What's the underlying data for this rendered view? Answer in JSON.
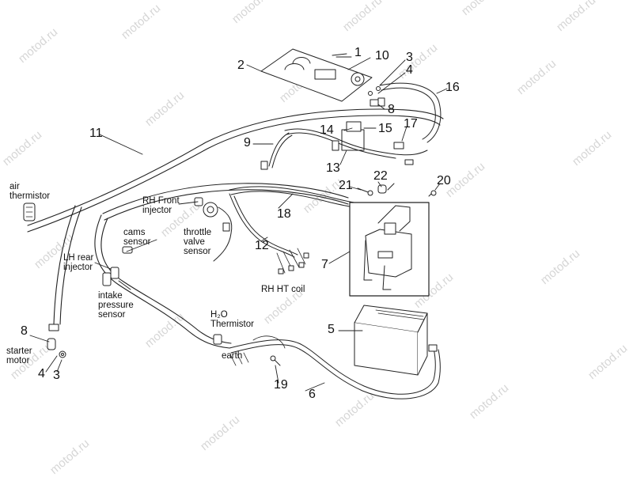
{
  "watermark": "motod.ru",
  "callouts": {
    "n1": "1",
    "n2": "2",
    "n3_top": "3",
    "n4_top": "4",
    "n5": "5",
    "n6": "6",
    "n7": "7",
    "n8_top": "8",
    "n8_left": "8",
    "n9": "9",
    "n10": "10",
    "n11": "11",
    "n12": "12",
    "n13": "13",
    "n14": "14",
    "n15": "15",
    "n16": "16",
    "n17": "17",
    "n18": "18",
    "n19": "19",
    "n20": "20",
    "n21": "21",
    "n22": "22",
    "n4_bottom": "4",
    "n3_bottom": "3"
  },
  "labels": {
    "air_thermistor": "air\nthermistor",
    "rh_front_injector": "RH Front\ninjector",
    "cams_sensor": "cams\nsensor",
    "throttle_valve_sensor": "throttle\nvalve\nsensor",
    "lh_rear_injector": "LH rear\ninjector",
    "intake_pressure_sensor": "intake\npressure\nsensor",
    "rh_ht_coil": "RH HT coil",
    "h2o_thermistor": "H₂O\nThermistor",
    "earth": "earth",
    "starter_motor": "starter\nmotor"
  }
}
